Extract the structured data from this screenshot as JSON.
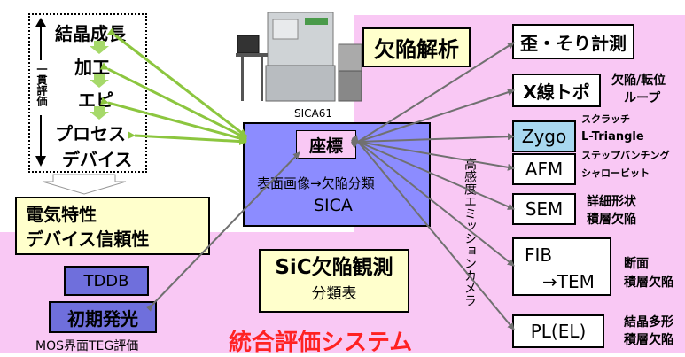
{
  "process_flow": {
    "steps": [
      "結晶成長",
      "加工",
      "エピ",
      "プロセス",
      "デバイス"
    ],
    "consistency_label": "一貫評価"
  },
  "electrical": {
    "line1": "電気特性",
    "line2": "デバイス信頼性"
  },
  "tddb_label": "TDDB",
  "initial_emission_label": "初期発光",
  "mos_teg_label": "MOS界面TEG評価",
  "instrument_caption": "SICA61",
  "sica_box": {
    "coordinate_label": "座標",
    "classification_text": "表面画像→欠陥分類",
    "sica_label": "SICA"
  },
  "defect_analysis_title": "欠陥解析",
  "observation": {
    "title": "SiC欠陥観測",
    "subtitle": "分類表"
  },
  "system_title": "統合評価システム",
  "emission_camera_label": "高感度エミッションカメラ",
  "tools": [
    {
      "label": "歪・そり計測",
      "notes": []
    },
    {
      "label": "X線トポ",
      "notes": [
        "欠陥/転位",
        "ループ"
      ]
    },
    {
      "label": "Zygo",
      "notes": [
        "スクラッチ",
        "L-Triangle",
        "ステップバンチング",
        "シャロービット"
      ]
    },
    {
      "label": "AFM",
      "notes": []
    },
    {
      "label": "SEM",
      "notes": [
        "詳細形状",
        "積層欠陥"
      ]
    },
    {
      "label": "FIB",
      "label2": "→TEM",
      "notes": [
        "断面",
        "積層欠陥"
      ]
    },
    {
      "label": "PL(EL)",
      "notes": [
        "結晶多形",
        "積層欠陥"
      ]
    }
  ],
  "colors": {
    "pink_background": "#f9c8f4",
    "sica_box": "#8c8cff",
    "coordinate_box": "#f9c8f4",
    "tddb_box": "#6f6fdc",
    "electrical_box": "#ffffcc",
    "zygo_box": "#a8d8f0",
    "green_arrow": "#8cc63f",
    "gray_arrow": "#808080",
    "system_title": "#ff2222"
  }
}
